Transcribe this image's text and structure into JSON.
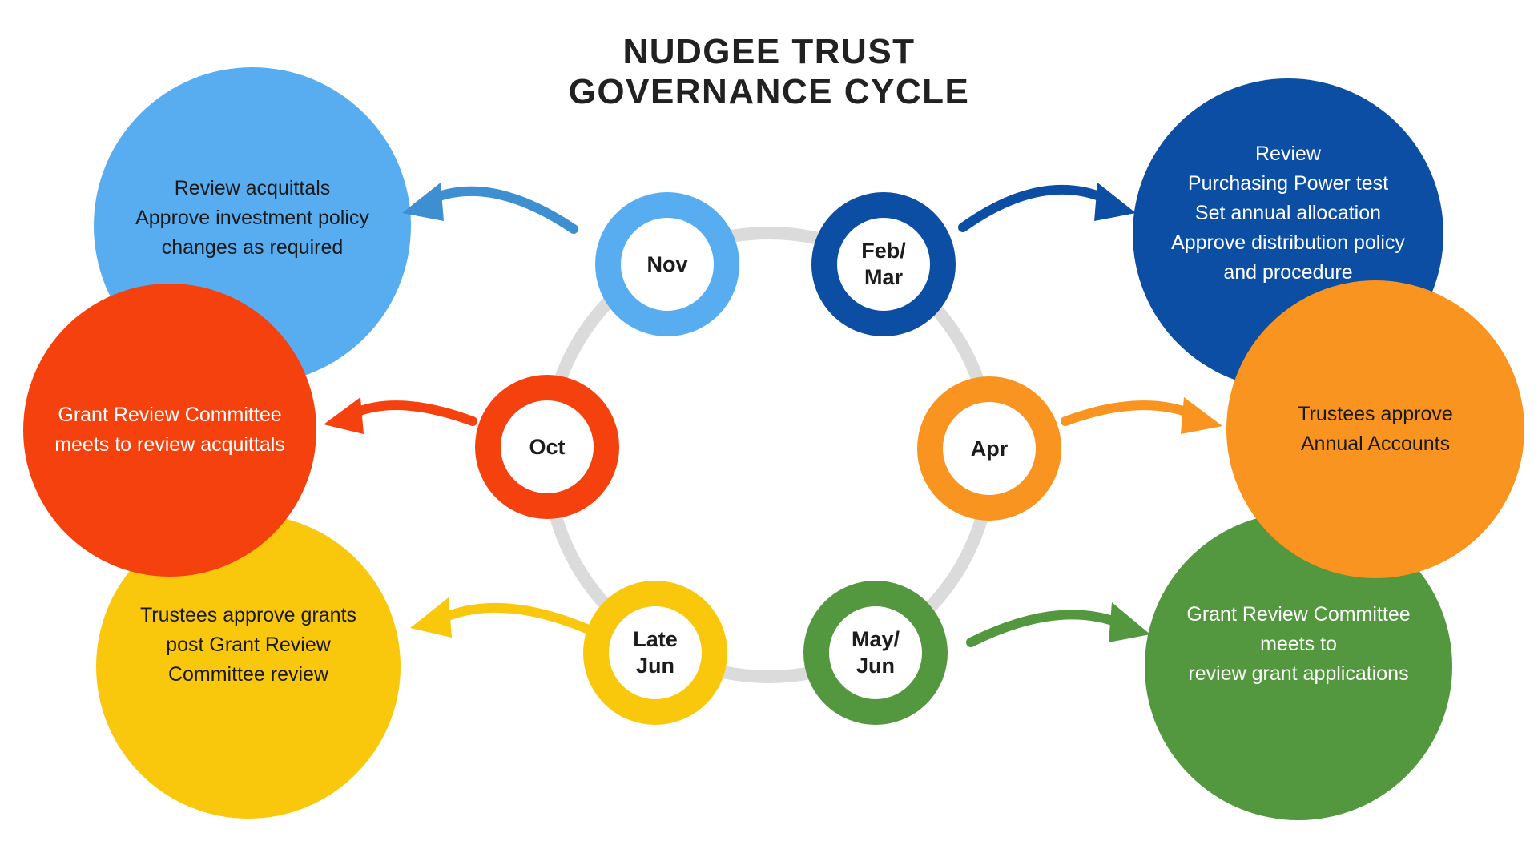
{
  "title": {
    "line1": "NUDGEE TRUST",
    "line2": "GOVERNANCE CYCLE"
  },
  "colors": {
    "light_blue": "#57ADF0",
    "dark_blue": "#0B4EA3",
    "red": "#F5410D",
    "orange": "#F8941F",
    "yellow": "#F9C70B",
    "green": "#53973F",
    "arrow_blue": "#3E8ED2",
    "ring_gray": "#DBDBDB",
    "title_text": "#212121"
  },
  "months": {
    "nov": {
      "line1": "Nov"
    },
    "feb_mar": {
      "line1": "Feb/",
      "line2": "Mar"
    },
    "oct": {
      "line1": "Oct"
    },
    "apr": {
      "line1": "Apr"
    },
    "late_jun": {
      "line1": "Late",
      "line2": "Jun"
    },
    "may_jun": {
      "line1": "May/",
      "line2": "Jun"
    }
  },
  "notes": {
    "top_left": {
      "lines": [
        "Review acquittals",
        "Approve investment policy",
        "changes as required"
      ]
    },
    "top_right": {
      "lines": [
        "Review",
        "Purchasing Power test",
        "Set annual allocation",
        "Approve distribution policy",
        "and procedure"
      ]
    },
    "mid_left": {
      "lines": [
        "Grant Review Committee",
        "meets to review acquittals"
      ]
    },
    "mid_right": {
      "lines": [
        "Trustees approve",
        "Annual Accounts"
      ]
    },
    "bottom_left": {
      "lines": [
        "Trustees approve grants",
        "post Grant Review",
        "Committee review"
      ]
    },
    "bottom_right": {
      "lines": [
        "Grant Review Committee",
        "meets to",
        "review grant applications"
      ]
    }
  }
}
